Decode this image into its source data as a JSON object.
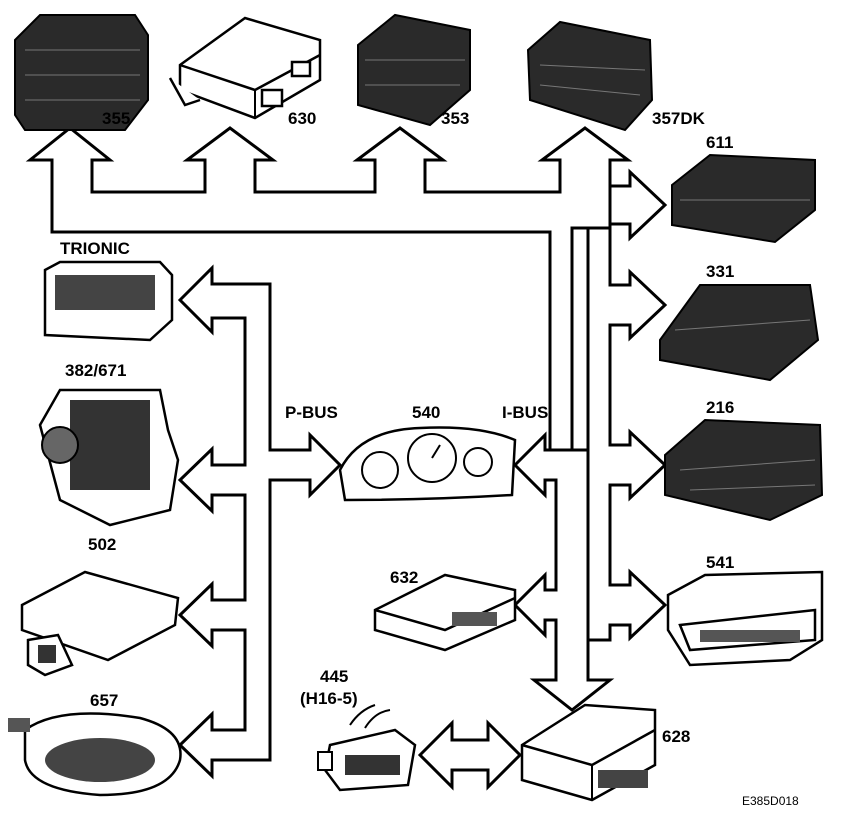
{
  "buses": {
    "p_bus": "P-BUS",
    "i_bus": "I-BUS"
  },
  "modules": {
    "m355": "355",
    "m630": "630",
    "m353": "353",
    "m357dk": "357DK",
    "m611": "611",
    "m331": "331",
    "m216": "216",
    "m541": "541",
    "m628": "628",
    "m632": "632",
    "m540": "540",
    "trionic": "TRIONIC",
    "m382_671": "382/671",
    "m502": "502",
    "m657": "657",
    "m445": "445",
    "m445_sub": "(H16-5)"
  },
  "figure_code": "E385D018"
}
